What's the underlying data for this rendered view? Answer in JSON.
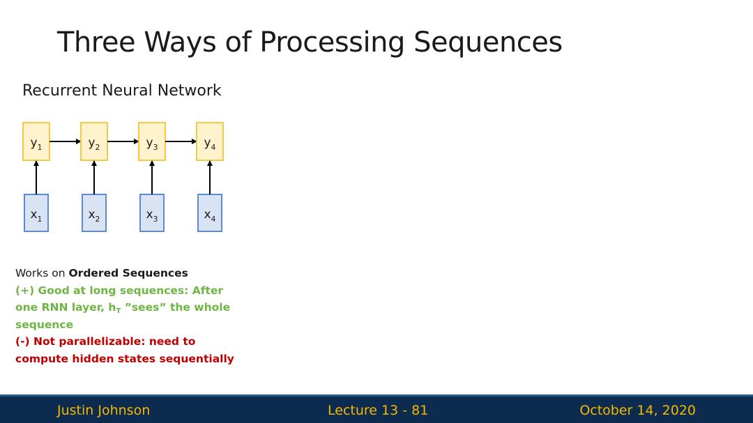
{
  "slide": {
    "title": "Three Ways of Processing Sequences",
    "subtitle": "Recurrent Neural Network"
  },
  "diagram": {
    "outputs": [
      {
        "base": "y",
        "sub": "1"
      },
      {
        "base": "y",
        "sub": "2"
      },
      {
        "base": "y",
        "sub": "3"
      },
      {
        "base": "y",
        "sub": "4"
      }
    ],
    "inputs": [
      {
        "base": "x",
        "sub": "1"
      },
      {
        "base": "x",
        "sub": "2"
      },
      {
        "base": "x",
        "sub": "3"
      },
      {
        "base": "x",
        "sub": "4"
      }
    ],
    "colors": {
      "output_fill": "#fff2cc",
      "output_stroke": "#f5c842",
      "input_fill": "#dae3f3",
      "input_stroke": "#5b8bd6"
    }
  },
  "notes": {
    "line1_prefix": "Works on ",
    "line1_bold": "Ordered Sequences",
    "pro_a": "(+) Good at long sequences: After one RNN layer, h",
    "pro_sub": "T",
    "pro_b": " ”sees” the whole sequence",
    "con": "(-) Not parallelizable: need to compute hidden states sequentially"
  },
  "footer": {
    "author": "Justin Johnson",
    "lecture": "Lecture 13 - 81",
    "date": "October 14, 2020"
  },
  "colors": {
    "footer_bg": "#0d2a4f",
    "footer_text": "#f5b800",
    "pro_green": "#6fb544",
    "con_red": "#c00000"
  }
}
